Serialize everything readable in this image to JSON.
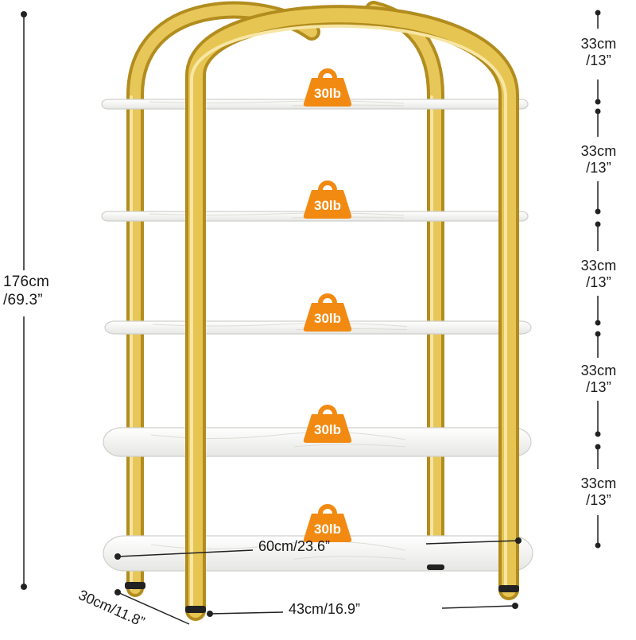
{
  "product": {
    "shelf_count": 5,
    "colors": {
      "frame_gold": "#d9b23a",
      "frame_highlight": "#f3dc86",
      "frame_shadow": "#b08a1c",
      "shelf_white": "#f6f6f4",
      "badge_orange": "#f28a12",
      "text": "#1a1a1a"
    },
    "weight_badge_icon": "weight-kettlebell-icon",
    "weight_badges": [
      "30lb",
      "30lb",
      "30lb",
      "30lb",
      "30lb"
    ]
  },
  "dimensions": {
    "total_height": {
      "metric": "176cm",
      "imperial": "/69.3”"
    },
    "shelf_spacing": [
      {
        "metric": "33cm",
        "imperial": "/13”"
      },
      {
        "metric": "33cm",
        "imperial": "/13”"
      },
      {
        "metric": "33cm",
        "imperial": "/13”"
      },
      {
        "metric": "33cm",
        "imperial": "/13”"
      },
      {
        "metric": "33cm",
        "imperial": "/13”"
      }
    ],
    "shelf_width": "60cm/23.6”",
    "frame_width": "43cm/16.9”",
    "depth": "30cm/11.8”"
  }
}
